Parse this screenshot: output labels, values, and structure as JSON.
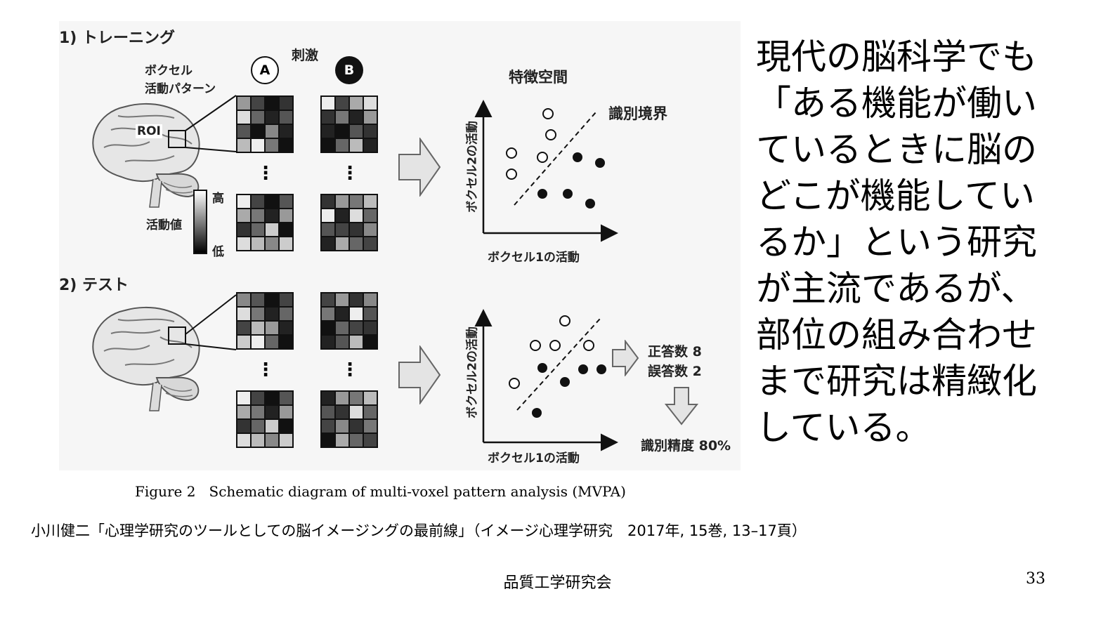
{
  "figure": {
    "training": {
      "section_label": "1) トレーニング",
      "stimulus_label": "刺激",
      "stim_a": "A",
      "stim_b": "B",
      "voxel_label_line1": "ボクセル",
      "voxel_label_line2": "活動パターン",
      "roi_label": "ROI",
      "activity_value_label": "活動値",
      "scale_high": "高",
      "scale_low": "低",
      "feature_space_label": "特徴空間",
      "boundary_label": "識別境界",
      "x_axis_label": "ボクセル1の活動",
      "y_axis_label": "ボクセル2の活動"
    },
    "test": {
      "section_label": "2) テスト",
      "correct_label": "正答数 8",
      "wrong_label": "誤答数 2",
      "accuracy_label": "識別精度 80%",
      "x_axis_label": "ボクセル1の活動",
      "y_axis_label": "ボクセル2の活動"
    },
    "ellipsis": "⋮",
    "caption": "Figure 2   Schematic diagram of multi-voxel pattern analysis (MVPA)"
  },
  "side_text": [
    "現代の脳科学でも",
    "「ある機能が働い",
    "ているときに脳の",
    "どこが機能してい",
    "るか」という研究",
    "が主流であるが、",
    "部位の組み合わせ",
    "まで研究は精緻化",
    "している。"
  ],
  "citation": "小川健二「心理学研究のツールとしての脳イメージングの最前線」（イメージ心理学研究　2017年, 15巻, 13–17頁）",
  "footer": {
    "center": "品質工学研究会",
    "page_number": "33"
  },
  "colors": {
    "figure_bg": "#f4f4f4",
    "ink": "#111111"
  }
}
